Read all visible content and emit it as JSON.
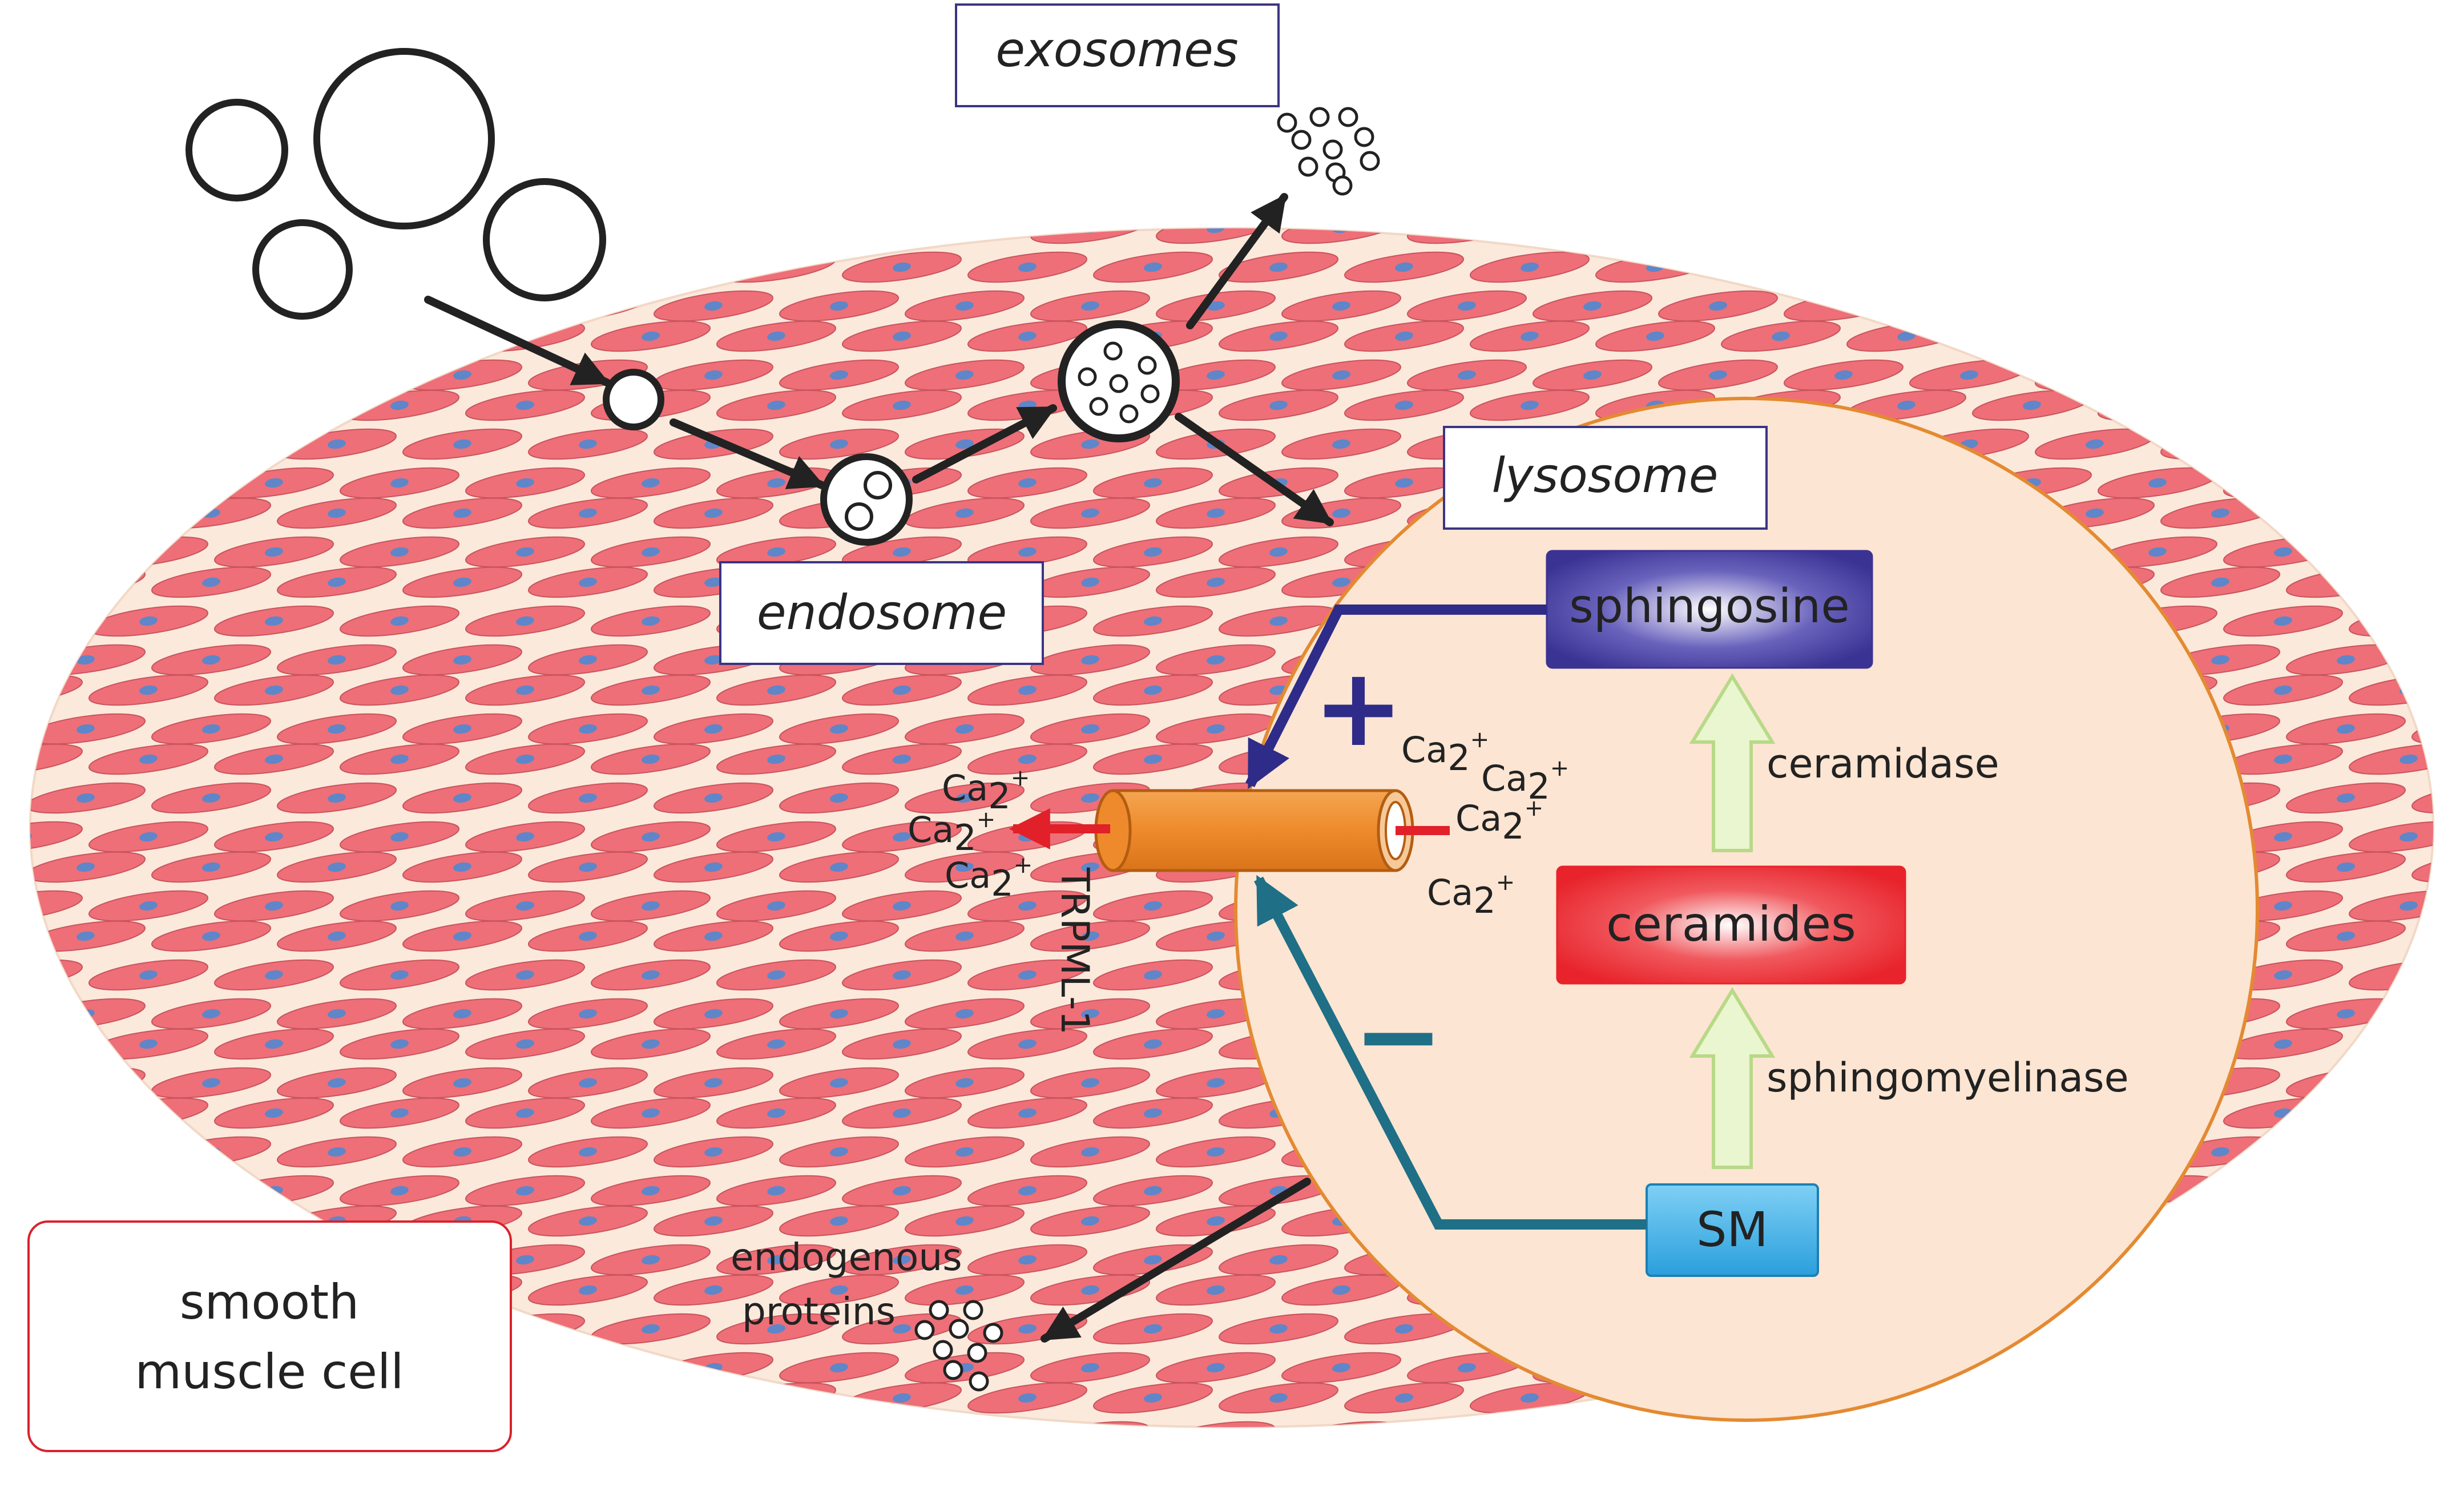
{
  "labels": {
    "exosomes": "exosomes",
    "endosome": "endosome",
    "lysosome": "lysosome",
    "sphingosine": "sphingosine",
    "ceramides": "ceramides",
    "sm": "SM",
    "ceramidase": "ceramidase",
    "sphingomyelinase": "sphingomyelinase",
    "trpml1": "TRPML-1",
    "plus": "+",
    "minus": "−",
    "endogenous": "endogenous",
    "proteins": "proteins",
    "smooth": "smooth",
    "muscle_cell": "muscle cell",
    "ca_base": "Ca",
    "ca_sub": "2",
    "ca_sup": "+"
  },
  "colors": {
    "tissue_bg": "#fbe9dc",
    "cell_fill": "#ee6f78",
    "cell_nucleus": "#5f86c9",
    "lysosome_fill": "#fce5d2",
    "lysosome_stroke": "#e48a32",
    "sphingosine_fill": "#3b3393",
    "ceramides_fill": "#e8232b",
    "sm_fill": "#3aaee6",
    "green_arrow_fill": "#eaf6cf",
    "green_arrow_stroke": "#b8d988",
    "navy_arrow": "#2e2c88",
    "teal_arrow": "#1f6f86",
    "channel_fill": "#ee8a2b",
    "red_arrow": "#e1202a",
    "label_box_stroke": "#3a3583",
    "smc_box_stroke": "#d9232c",
    "dark": "#222222"
  }
}
